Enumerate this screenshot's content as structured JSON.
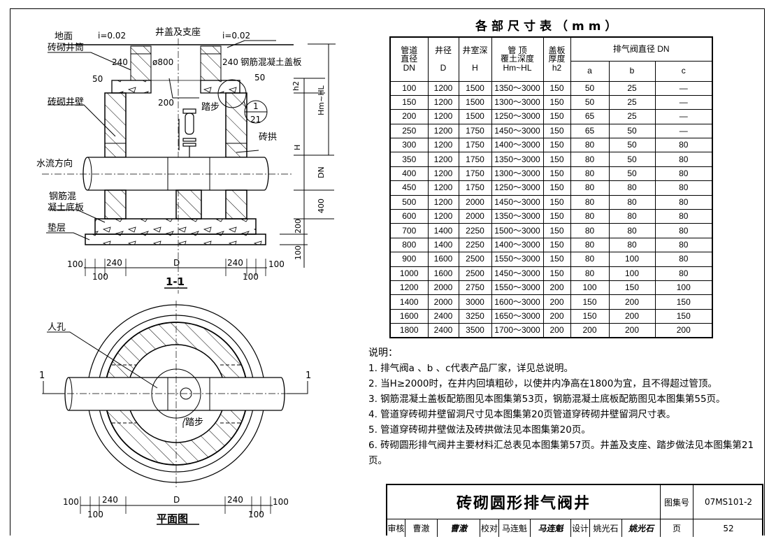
{
  "section_view": {
    "title": "1-1",
    "labels": {
      "ground": "地面",
      "slope_left": "i=0.02",
      "slope_right": "i=0.02",
      "cover": "井盖及支座",
      "shaft": "砖砌井筒",
      "dim_240_left": "240",
      "diameter": "ø800",
      "dim_240_right": "240",
      "cover_slab": "钢筋混凝土盖板",
      "dim_50_left": "50",
      "dim_50_right": "50",
      "wall": "砖砌井壁",
      "dim_200": "200",
      "step": "踏步",
      "detail_num": "1",
      "detail_page": "21",
      "arch": "砖拱",
      "flow": "水流方向",
      "base_slab_1": "钢筋混",
      "base_slab_2": "凝土底板",
      "cushion": "垫层",
      "h2": "h2",
      "hm_hl": "Hm~HL",
      "H": "H",
      "DN": "DN",
      "dim_400": "400",
      "dim_200v": "200",
      "dim_100v": "100"
    },
    "bottom_dims": {
      "a": "100",
      "b": "240",
      "D": "D",
      "c": "240",
      "d": "100",
      "e": "100",
      "f": "100"
    }
  },
  "plan_view": {
    "title": "平面图",
    "labels": {
      "manhole": "人孔",
      "step": "踏步",
      "cut_left": "1",
      "cut_right": "1"
    },
    "bottom_dims": {
      "a": "100",
      "b": "240",
      "D": "D",
      "c": "240",
      "d": "100",
      "e": "100",
      "f": "100"
    }
  },
  "table": {
    "title": "各部尺寸表（mm）",
    "headers": {
      "dn": [
        "管道",
        "直径",
        "DN"
      ],
      "d": [
        "井径",
        "D"
      ],
      "h": [
        "井室深",
        "H"
      ],
      "cover": [
        "管 顶",
        "覆土深度",
        "Hm~HL"
      ],
      "slab": [
        "盖板",
        "厚度",
        "h2"
      ],
      "valve": "排气阀直径 DN",
      "a": "a",
      "b": "b",
      "c": "c"
    },
    "rows": [
      [
        "100",
        "1200",
        "1500",
        "1350～3000",
        "150",
        "50",
        "25",
        "—"
      ],
      [
        "150",
        "1200",
        "1500",
        "1300～3000",
        "150",
        "50",
        "25",
        "—"
      ],
      [
        "200",
        "1200",
        "1500",
        "1250～3000",
        "150",
        "65",
        "25",
        "—"
      ],
      [
        "250",
        "1200",
        "1750",
        "1450～3000",
        "150",
        "65",
        "50",
        "—"
      ],
      [
        "300",
        "1200",
        "1750",
        "1400～3000",
        "150",
        "80",
        "50",
        "80"
      ],
      [
        "350",
        "1200",
        "1750",
        "1350～3000",
        "150",
        "80",
        "50",
        "80"
      ],
      [
        "400",
        "1200",
        "1750",
        "1300～3000",
        "150",
        "80",
        "50",
        "80"
      ],
      [
        "450",
        "1200",
        "1750",
        "1250～3000",
        "150",
        "80",
        "80",
        "80"
      ],
      [
        "500",
        "1200",
        "2000",
        "1450～3000",
        "150",
        "80",
        "80",
        "80"
      ],
      [
        "600",
        "1200",
        "2000",
        "1350～3000",
        "150",
        "80",
        "80",
        "80"
      ],
      [
        "700",
        "1400",
        "2250",
        "1500～3000",
        "150",
        "80",
        "80",
        "80"
      ],
      [
        "800",
        "1400",
        "2250",
        "1400～3000",
        "150",
        "80",
        "80",
        "80"
      ],
      [
        "900",
        "1600",
        "2500",
        "1550～3000",
        "150",
        "80",
        "100",
        "80"
      ],
      [
        "1000",
        "1600",
        "2500",
        "1450～3000",
        "150",
        "80",
        "100",
        "80"
      ],
      [
        "1200",
        "2000",
        "2750",
        "1550～3000",
        "200",
        "100",
        "150",
        "100"
      ],
      [
        "1400",
        "2000",
        "3000",
        "1600～3000",
        "200",
        "150",
        "200",
        "150"
      ],
      [
        "1600",
        "2400",
        "3250",
        "1650～3000",
        "200",
        "150",
        "200",
        "150"
      ],
      [
        "1800",
        "2400",
        "3500",
        "1700～3000",
        "200",
        "200",
        "200",
        "200"
      ]
    ]
  },
  "notes": {
    "title": "说明：",
    "items": [
      "1. 排气阀a 、b 、c代表产品厂家，详见总说明。",
      "2. 当H≥2000时，在井内回填粗砂，以使井内净高在1800为宜，且不得超过管顶。",
      "3. 钢筋混凝土盖板配筋图见本图集第53页，钢筋混凝土底板配筋图见本图集第55页。",
      "4. 管道穿砖砌井壁留洞尺寸见本图集第20页管道穿砖砌井壁留洞尺寸表。",
      "5. 管道穿砖砌井壁做法及砖拱做法见本图集第20页。",
      "6. 砖砌圆形排气阀井主要材料汇总表见本图集第57页。井盖及支座、踏步做法见本图集第21页。"
    ]
  },
  "title_block": {
    "title": "砖砌圆形排气阀井",
    "atlas_label": "图集号",
    "atlas_no": "07MS101-2",
    "review_label": "审核",
    "reviewer": "曹澈",
    "reviewer_sig": "曹澈",
    "check_label": "校对",
    "checker": "马连魁",
    "checker_sig": "马连魁",
    "design_label": "设计",
    "designer": "姚光石",
    "designer_sig": "姚光石",
    "page_label": "页",
    "page_no": "52"
  }
}
